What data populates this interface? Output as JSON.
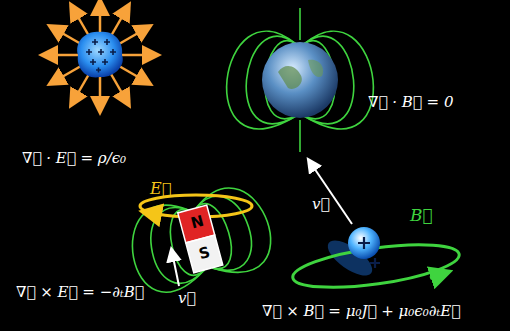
{
  "diagram": {
    "labels": [
      "∇⃗ · B⃗ = 0",
      "∇⃗ · E⃗ = ρ/ϵ₀",
      "E⃗",
      "v⃗",
      "B⃗",
      "N",
      "S",
      "∇⃗ × E⃗ = −∂ₜB⃗",
      "v⃗",
      "∇⃗ × B⃗ = μ₀J⃗ + μ₀ϵ₀∂ₜE⃗"
    ]
  }
}
